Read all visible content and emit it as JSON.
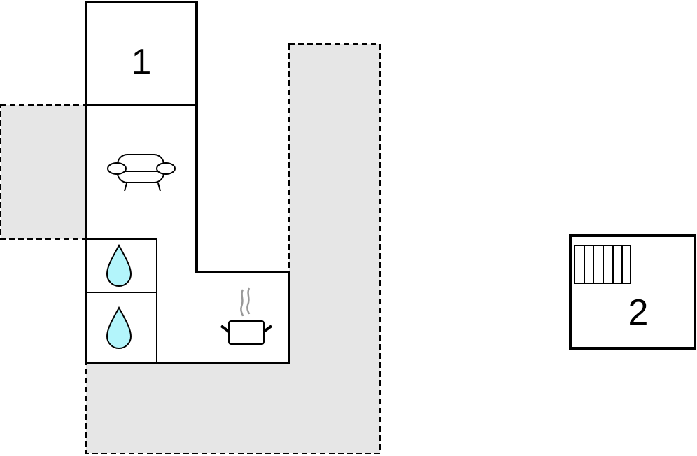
{
  "plan": {
    "building_1_label": "1",
    "building_2_label": "2",
    "rooms": [
      "living-room",
      "bathroom",
      "bathroom",
      "kitchen"
    ],
    "icons": [
      "sofa-icon",
      "water-drop-icon",
      "water-drop-icon",
      "cooking-pot-icon",
      "stairs-icon"
    ]
  },
  "colors": {
    "wall": "#000000",
    "terrace": "#e6e6e6",
    "water": "#b3f5fb",
    "steam": "#999999"
  }
}
